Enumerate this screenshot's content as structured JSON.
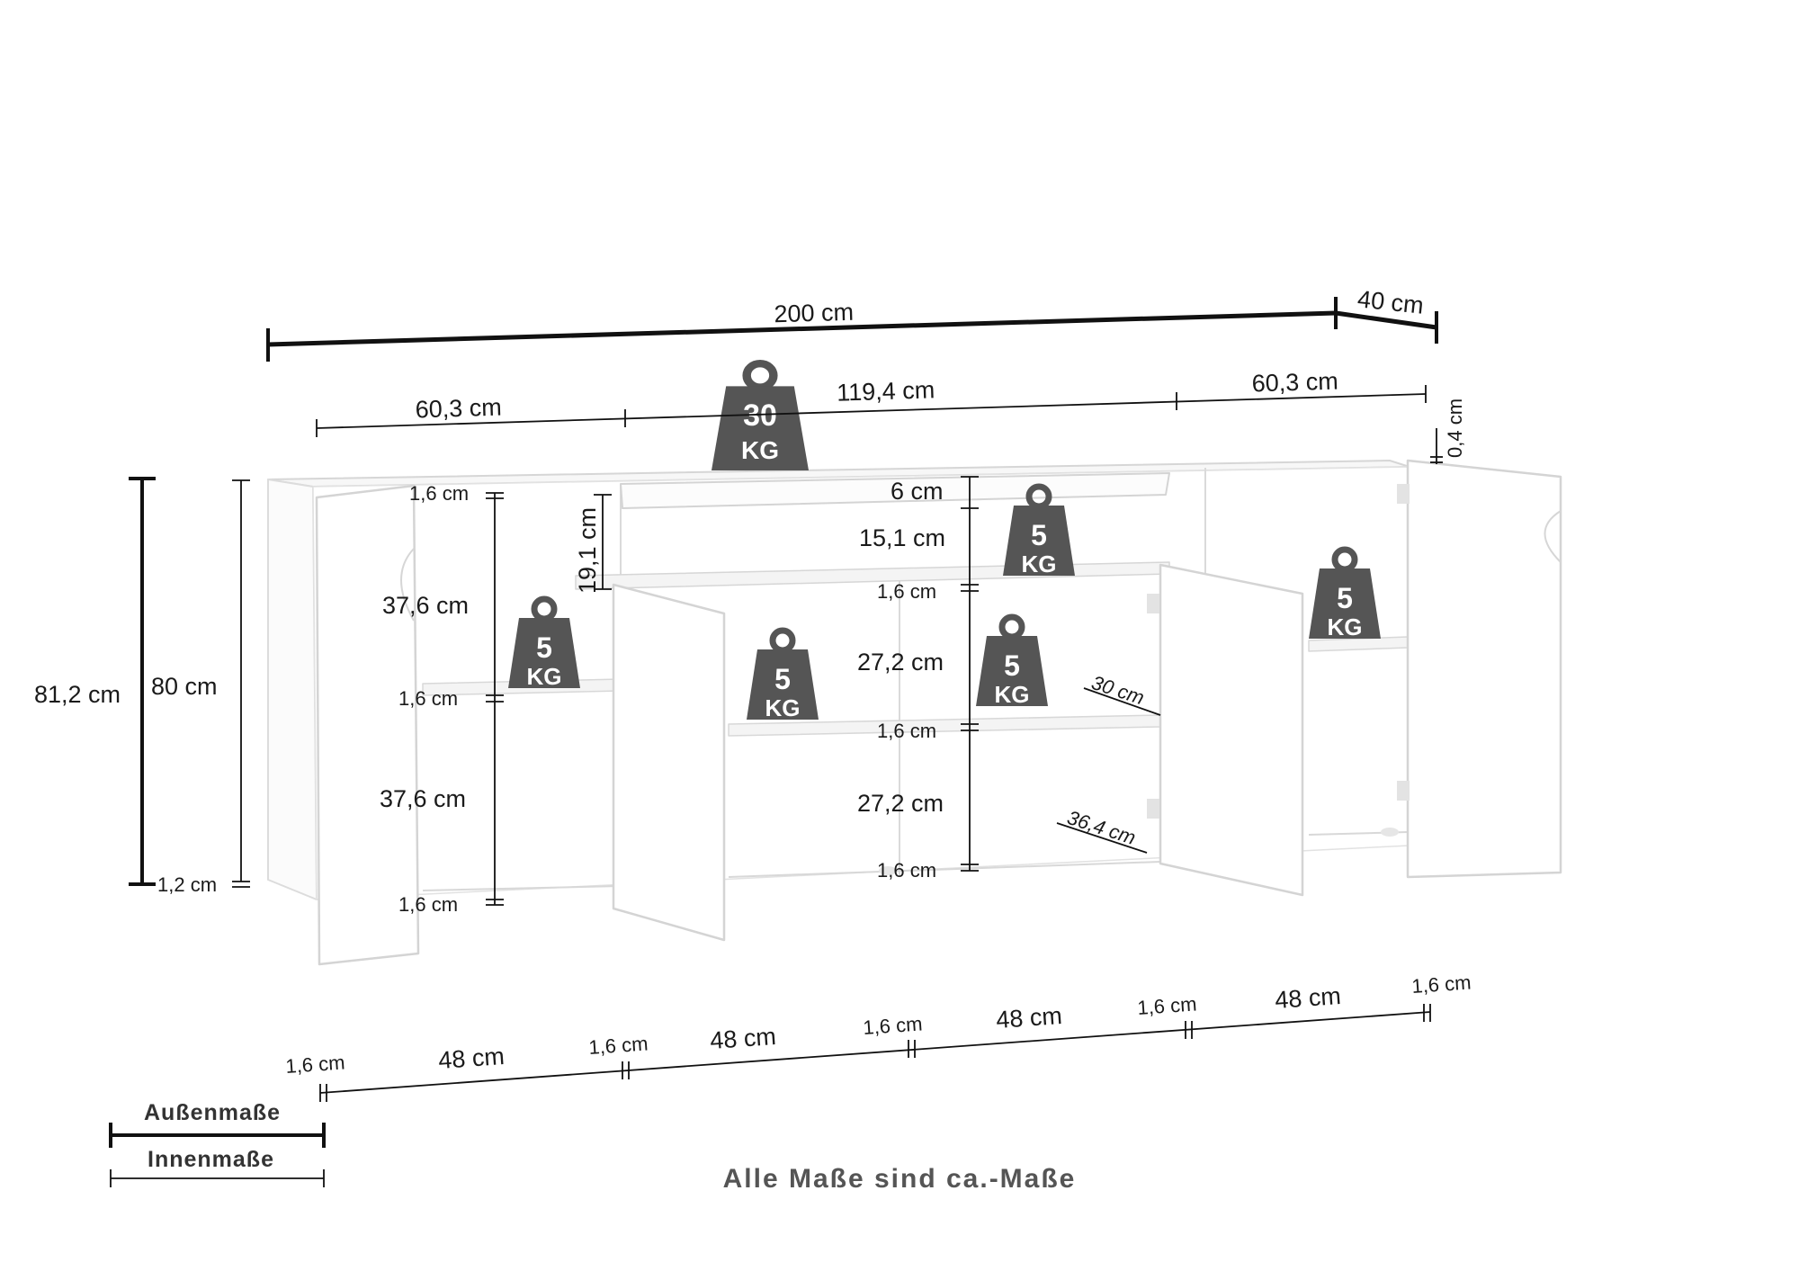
{
  "dimensions": {
    "total_width": "200 cm",
    "depth": "40 cm",
    "top_left_section": "60,3 cm",
    "top_middle_section": "119,4 cm",
    "top_right_section": "60,3 cm",
    "top_thickness": "0,4 cm",
    "outer_height": "81,2 cm",
    "inner_height": "80 cm",
    "base_thickness": "1,2 cm",
    "left_compartment_upper": "37,6 cm",
    "left_compartment_lower": "37,6 cm",
    "left_board_top": "1,6 cm",
    "left_board_middle": "1,6 cm",
    "left_board_bottom": "1,6 cm",
    "open_niche_height": "19,1 cm",
    "drawer_panel_height": "6 cm",
    "open_shelf_height": "15,1 cm",
    "middle_board_top": "1,6 cm",
    "middle_compartment_upper": "27,2 cm",
    "middle_board_middle": "1,6 cm",
    "middle_compartment_lower": "27,2 cm",
    "middle_board_bottom": "1,6 cm",
    "shelf_depth": "30 cm",
    "inner_depth": "36,4 cm"
  },
  "bottom_row": {
    "walls": [
      "1,6 cm",
      "1,6 cm",
      "1,6 cm",
      "1,6 cm",
      "1,6 cm"
    ],
    "compartments": [
      "48 cm",
      "48 cm",
      "48 cm",
      "48 cm"
    ]
  },
  "weights": {
    "top": {
      "line1": "30",
      "line2": "KG"
    },
    "niche": {
      "line1": "5",
      "line2": "KG"
    },
    "left_shelf": {
      "line1": "5",
      "line2": "KG"
    },
    "center_left_shelf": {
      "line1": "5",
      "line2": "KG"
    },
    "center_right_shelf": {
      "line1": "5",
      "line2": "KG"
    },
    "right_shelf": {
      "line1": "5",
      "line2": "KG"
    }
  },
  "legend": {
    "outer": "Außenmaße",
    "inner": "Innenmaße"
  },
  "note": "Alle Maße sind ca.-Maße",
  "colors": {
    "line": "#111111",
    "weight_icon": "#555555",
    "panel": "#ffffff",
    "panel_edge": "#d9d9d9",
    "panel_shadow": "#e9e9e9"
  }
}
